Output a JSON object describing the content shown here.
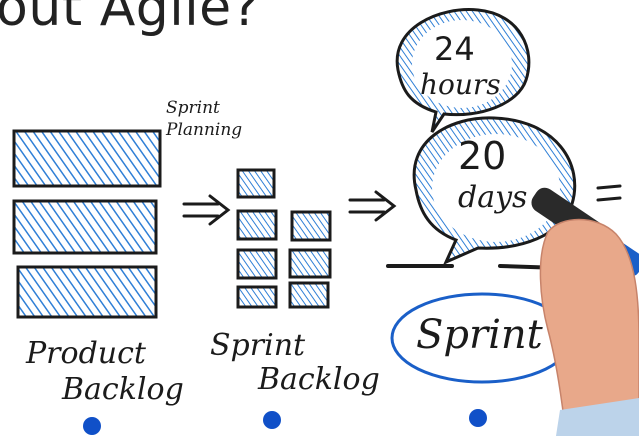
{
  "title": "out Agile?",
  "labels": {
    "sprint_planning_line1": "Sprint",
    "sprint_planning_line2": "Planning",
    "product_backlog_line1": "Product",
    "product_backlog_line2": "Backlog",
    "sprint_backlog_line1": "Sprint",
    "sprint_backlog_line2": "Backlog",
    "hours_value": "24",
    "hours_unit": "hours",
    "days_value": "20",
    "days_unit": "days",
    "sprint": "Sprint"
  },
  "colors": {
    "marker_blue": "#2f7fd6",
    "ink": "#1b1b1b",
    "pin_blue": "#1050c8"
  }
}
